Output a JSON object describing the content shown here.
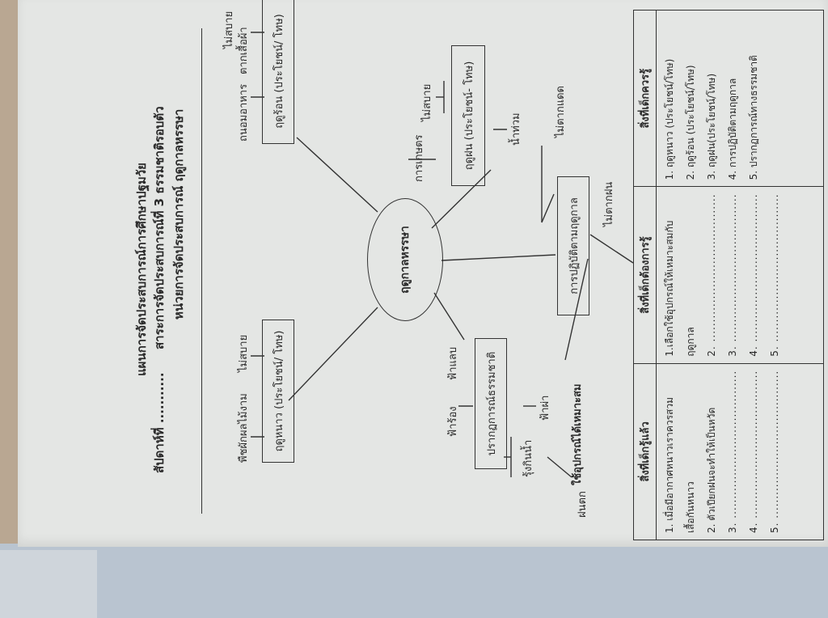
{
  "header": {
    "title": "แผนการจัดประสบการณ์การศึกษาปฐมวัย",
    "week_label": "สัปดาห์ที่ ...........",
    "strand": "สาระการจัดประสบการณ์ที่  3  ธรรมชาติรอบตัว",
    "unit": "หน่วยการจัดประสบการณ์   ฤดูกาลหรรษา"
  },
  "mindmap": {
    "center": "ฤดูกาลหรรษา",
    "winter": {
      "label": "ฤดูหนาว (ประโยชน์/ โทษ)",
      "leaves": [
        "พืชผักผลไม้งาม",
        "ไม่สบาย"
      ]
    },
    "summer": {
      "label": "ฤดูร้อน (ประโยชน์/ โทษ)",
      "leaves": [
        "ถนอมอาหาร",
        "ตากเสื้อผ้า",
        "ไม่สบาย"
      ]
    },
    "rainy": {
      "label": "ฤดูฝน (ประโยชน์- โทษ)",
      "leaves": [
        "การเกษตร",
        "ไม่สบาย",
        "น้ำท่วม"
      ]
    },
    "nature": {
      "label": "ปรากฏการณ์ธรรมชาติ",
      "leaves": [
        "ฟ้าร้อง",
        "ฟ้าแลบ",
        "รุ้งกินน้ำ",
        "ฟ้าผ่า",
        "ฝนตก"
      ]
    },
    "practice": {
      "label": "การปฏิบัติตามฤดูกาล",
      "leaves": [
        "ใช้อุปกรณ์ได้เหมาะสม",
        "ไม่ตากแดด",
        "ไม่ตากฝน"
      ]
    }
  },
  "table": {
    "headers": [
      "สิ่งที่เด็กรู้แล้ว",
      "สิ่งที่เด็กต้องการรู้",
      "สิ่งที่เด็กควรรู้"
    ],
    "col1": [
      "1. เมื่อมีอากาศหนาวเราควรสวม",
      "    เสื้อกันหนาว",
      "2. ตัวเปียกฝนจะทำให้เป็นหวัด",
      "3. .................................................",
      "4. .................................................",
      "5. ................................................."
    ],
    "col2": [
      "1.เลือกใช้อุปกรณ์ให้เหมาะสมกับ",
      "   ฤดูกาล",
      "2. ................................................",
      "3. ................................................",
      "4. ................................................",
      "5. ................................................"
    ],
    "col3": [
      "1.  ฤดูหนาว (ประโยชน์/โทษ)",
      "2.  ฤดูร้อน (ประโยชน์/โทษ)",
      "3.  ฤดูฝน(ประโยชน์/โทษ)",
      "4.  การปฏิบัติตามฤดูกาล",
      "5.  ปรากฏการณ์ทางธรรมชาติ"
    ]
  }
}
